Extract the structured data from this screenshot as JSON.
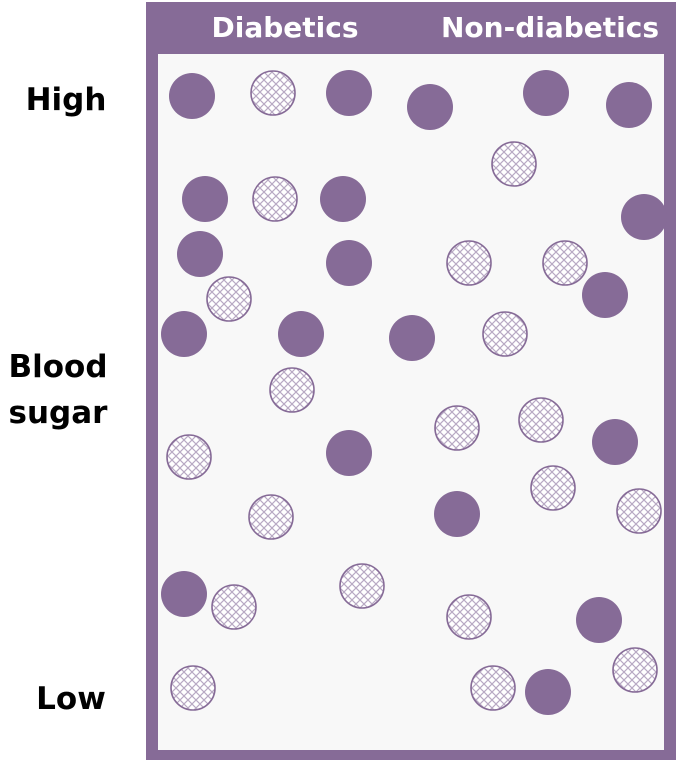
{
  "headers": {
    "diabetics": "Diabetics",
    "non_diabetics": "Non-diabetics"
  },
  "axis": {
    "high": "High",
    "blood_sugar": "Blood\nsugar",
    "low": "Low"
  },
  "colors": {
    "frame": "#866b97",
    "background": "#f8f8f8",
    "solid_dot": "#866b97",
    "hatched_outline": "#866b97",
    "hatched_fill": "#ffffff"
  },
  "legend_semantics": {
    "solid_dot": "filled purple circle",
    "hatched_dot": "cross-hatched circle"
  }
}
